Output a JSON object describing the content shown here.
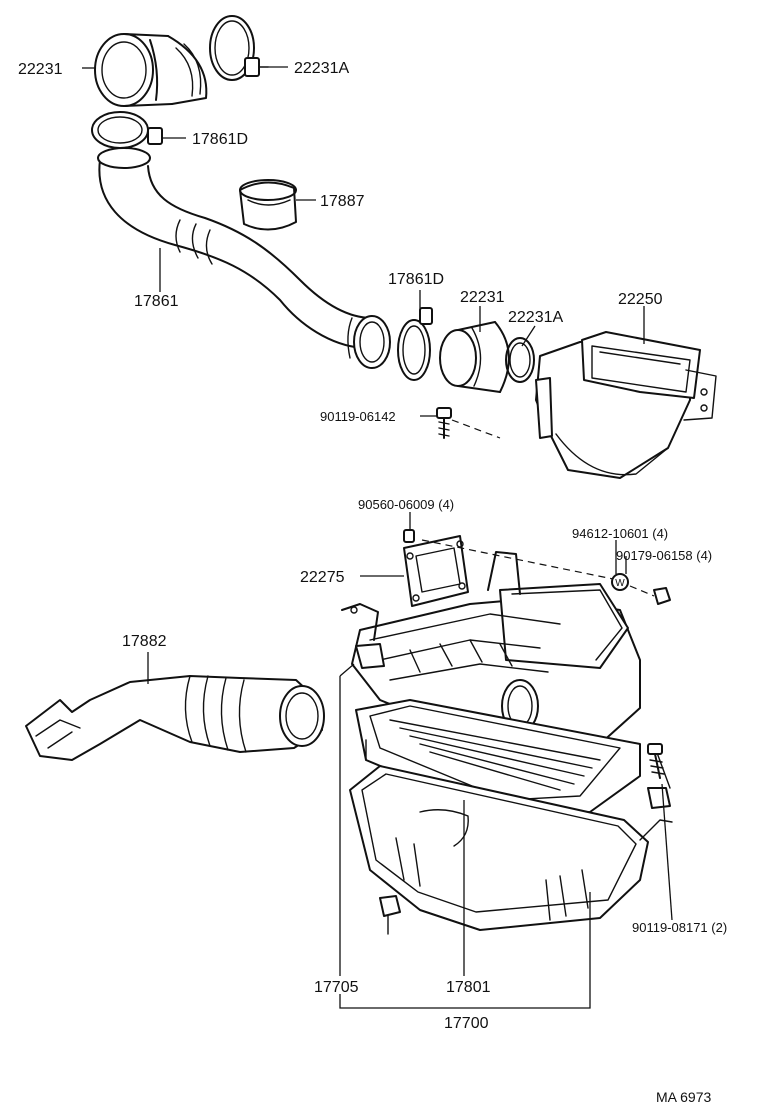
{
  "labels": {
    "l_22231_top": "22231",
    "l_22231A_top": "22231A",
    "l_17861D_top": "17861D",
    "l_17887": "17887",
    "l_17861": "17861",
    "l_17861D_mid": "17861D",
    "l_22231_mid": "22231",
    "l_22231A_mid": "22231A",
    "l_22250": "22250",
    "l_90119_06142": "90119-06142",
    "l_90560": "90560-06009 (4)",
    "l_94612": "94612-10601 (4)",
    "l_90179": "90179-06158 (4)",
    "l_22275": "22275",
    "l_17882": "17882",
    "l_90119_08171": "90119-08171 (2)",
    "l_17705": "17705",
    "l_17801": "17801",
    "l_17700": "17700"
  },
  "washer_mark": "W",
  "footer": {
    "code": "MA  6973"
  }
}
